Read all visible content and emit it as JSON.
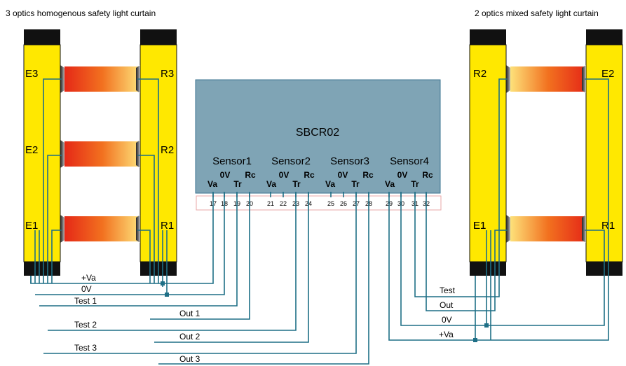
{
  "titles": {
    "left": "3 optics homogenous safety light curtain",
    "right": "2 optics mixed safety light curtain"
  },
  "left_curtain": {
    "emitter_labels": [
      "E3",
      "E2",
      "E1"
    ],
    "receiver_labels": [
      "R3",
      "R2",
      "R1"
    ]
  },
  "right_curtain": {
    "receiver_labels": [
      "R2",
      "R1"
    ],
    "emitter_labels": [
      "E2",
      "E1"
    ]
  },
  "controller": {
    "name": "SBCR02",
    "sensors": [
      "Sensor1",
      "Sensor2",
      "Sensor3",
      "Sensor4"
    ],
    "pin_labels": [
      "Va",
      "0V",
      "Tr",
      "Rc"
    ],
    "terminals": [
      "17",
      "18",
      "19",
      "20",
      "21",
      "22",
      "23",
      "24",
      "25",
      "26",
      "27",
      "28",
      "29",
      "30",
      "31",
      "32"
    ]
  },
  "wire_labels_left": [
    "+Va",
    "0V",
    "Test 1",
    "Out 1",
    "Test 2",
    "Out 2",
    "Test 3",
    "Out 3"
  ],
  "wire_labels_right": [
    "Test",
    "Out",
    "0V",
    "+Va"
  ],
  "colors": {
    "curtain_yellow": "#ffe800",
    "cap_black": "#111111",
    "controller_fill": "#7fa4b5",
    "controller_border": "#3d7591",
    "wire": "#1e6f86",
    "terminal_strip_border": "#e9a7a7",
    "beam_red": "#e52817",
    "beam_yellow": "#fde17a"
  }
}
